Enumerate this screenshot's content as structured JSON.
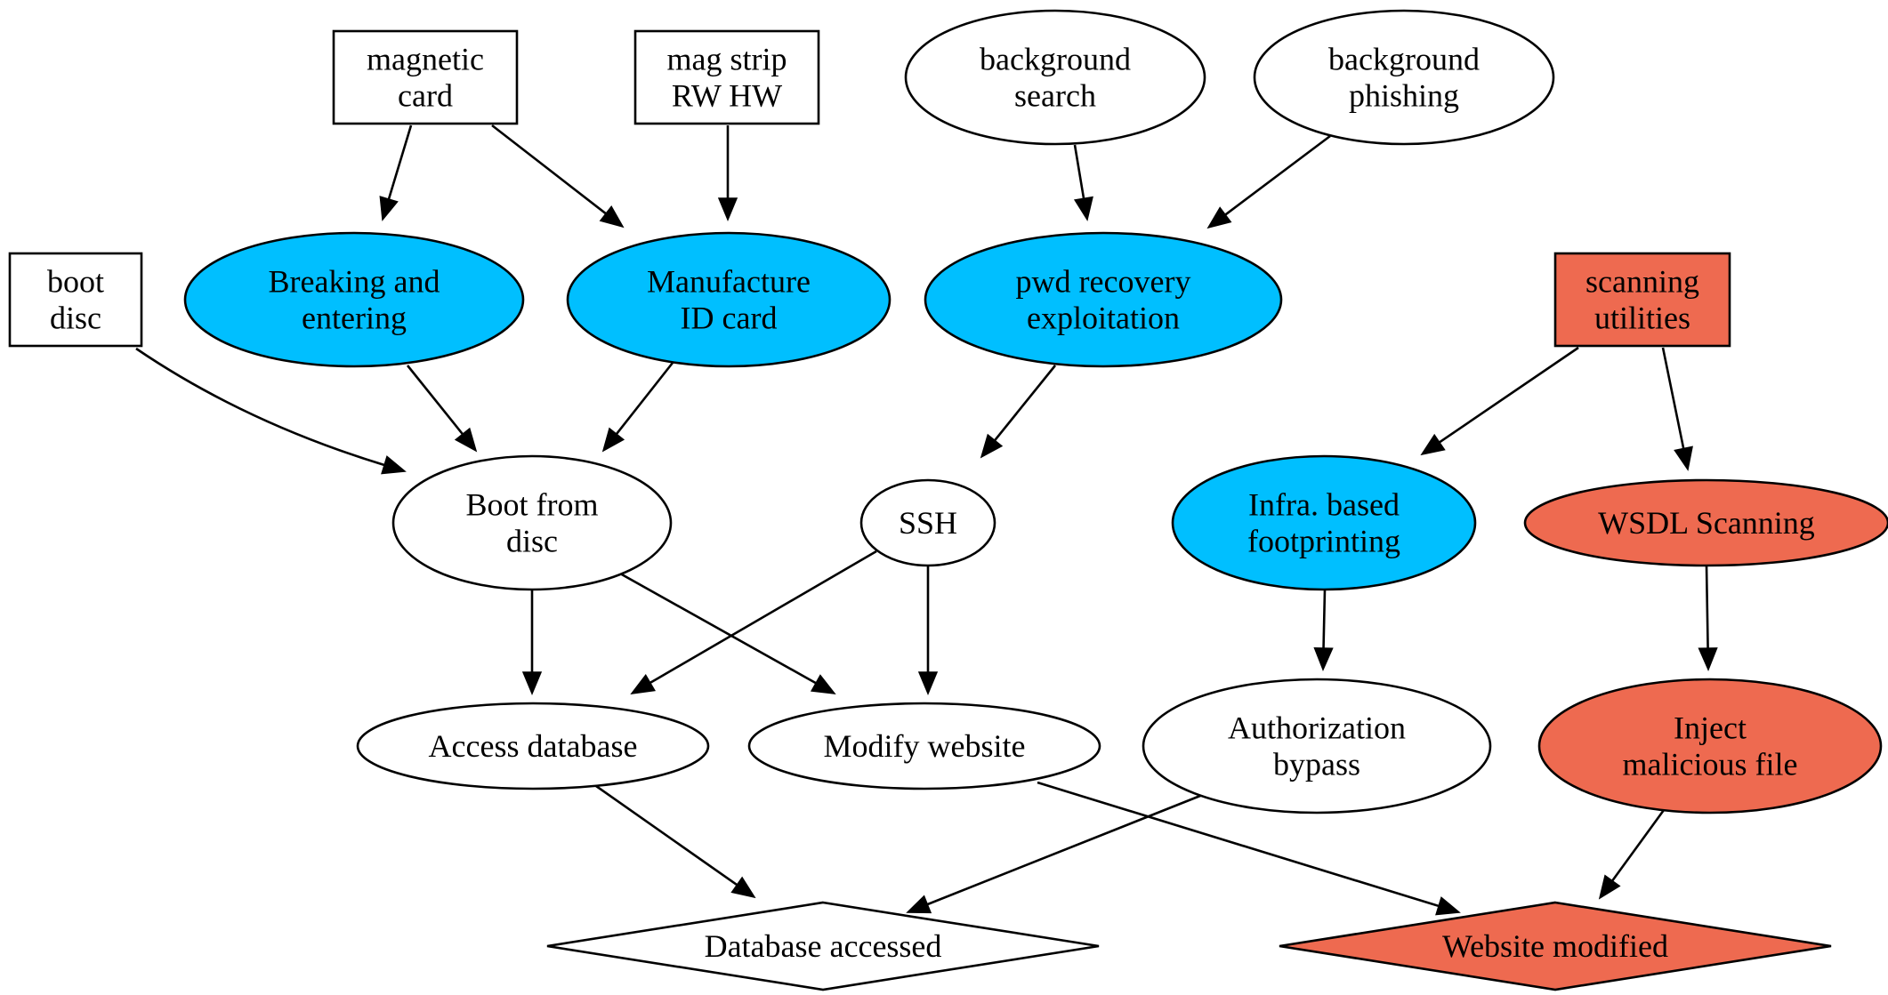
{
  "colors": {
    "blue": "#00bfff",
    "orange": "#ee6a50",
    "white": "#ffffff"
  },
  "nodes": {
    "magnetic_card": {
      "label": [
        "magnetic",
        "card"
      ]
    },
    "mag_strip_rw_hw": {
      "label": [
        "mag strip",
        "RW HW"
      ]
    },
    "background_search": {
      "label": [
        "background",
        "search"
      ]
    },
    "background_phishing": {
      "label": [
        "background",
        "phishing"
      ]
    },
    "boot_disc": {
      "label": [
        "boot",
        "disc"
      ]
    },
    "breaking_and_entering": {
      "label": [
        "Breaking and",
        "entering"
      ]
    },
    "manufacture_id_card": {
      "label": [
        "Manufacture",
        "ID card"
      ]
    },
    "pwd_recovery_exploitation": {
      "label": [
        "pwd recovery",
        "exploitation"
      ]
    },
    "scanning_utilities": {
      "label": [
        "scanning",
        "utilities"
      ]
    },
    "boot_from_disc": {
      "label": [
        "Boot from",
        "disc"
      ]
    },
    "ssh": {
      "label": [
        "SSH"
      ]
    },
    "infra_based_footprinting": {
      "label": [
        "Infra. based",
        "footprinting"
      ]
    },
    "wsdl_scanning": {
      "label": [
        "WSDL Scanning"
      ]
    },
    "access_database": {
      "label": [
        "Access database"
      ]
    },
    "modify_website": {
      "label": [
        "Modify website"
      ]
    },
    "authorization_bypass": {
      "label": [
        "Authorization",
        "bypass"
      ]
    },
    "inject_malicious_file": {
      "label": [
        "Inject",
        "malicious file"
      ]
    },
    "database_accessed": {
      "label": [
        "Database accessed"
      ]
    },
    "website_modified": {
      "label": [
        "Website modified"
      ]
    }
  },
  "edges": [
    {
      "from": "magnetic_card",
      "to": "breaking_and_entering"
    },
    {
      "from": "magnetic_card",
      "to": "manufacture_id_card"
    },
    {
      "from": "mag_strip_rw_hw",
      "to": "manufacture_id_card"
    },
    {
      "from": "background_search",
      "to": "pwd_recovery_exploitation"
    },
    {
      "from": "background_phishing",
      "to": "pwd_recovery_exploitation"
    },
    {
      "from": "boot_disc",
      "to": "boot_from_disc"
    },
    {
      "from": "breaking_and_entering",
      "to": "boot_from_disc"
    },
    {
      "from": "manufacture_id_card",
      "to": "boot_from_disc"
    },
    {
      "from": "pwd_recovery_exploitation",
      "to": "ssh"
    },
    {
      "from": "scanning_utilities",
      "to": "infra_based_footprinting"
    },
    {
      "from": "scanning_utilities",
      "to": "wsdl_scanning"
    },
    {
      "from": "boot_from_disc",
      "to": "access_database"
    },
    {
      "from": "boot_from_disc",
      "to": "modify_website"
    },
    {
      "from": "ssh",
      "to": "access_database"
    },
    {
      "from": "ssh",
      "to": "modify_website"
    },
    {
      "from": "infra_based_footprinting",
      "to": "authorization_bypass"
    },
    {
      "from": "wsdl_scanning",
      "to": "inject_malicious_file"
    },
    {
      "from": "access_database",
      "to": "database_accessed"
    },
    {
      "from": "authorization_bypass",
      "to": "database_accessed"
    },
    {
      "from": "modify_website",
      "to": "website_modified"
    },
    {
      "from": "inject_malicious_file",
      "to": "website_modified"
    }
  ]
}
